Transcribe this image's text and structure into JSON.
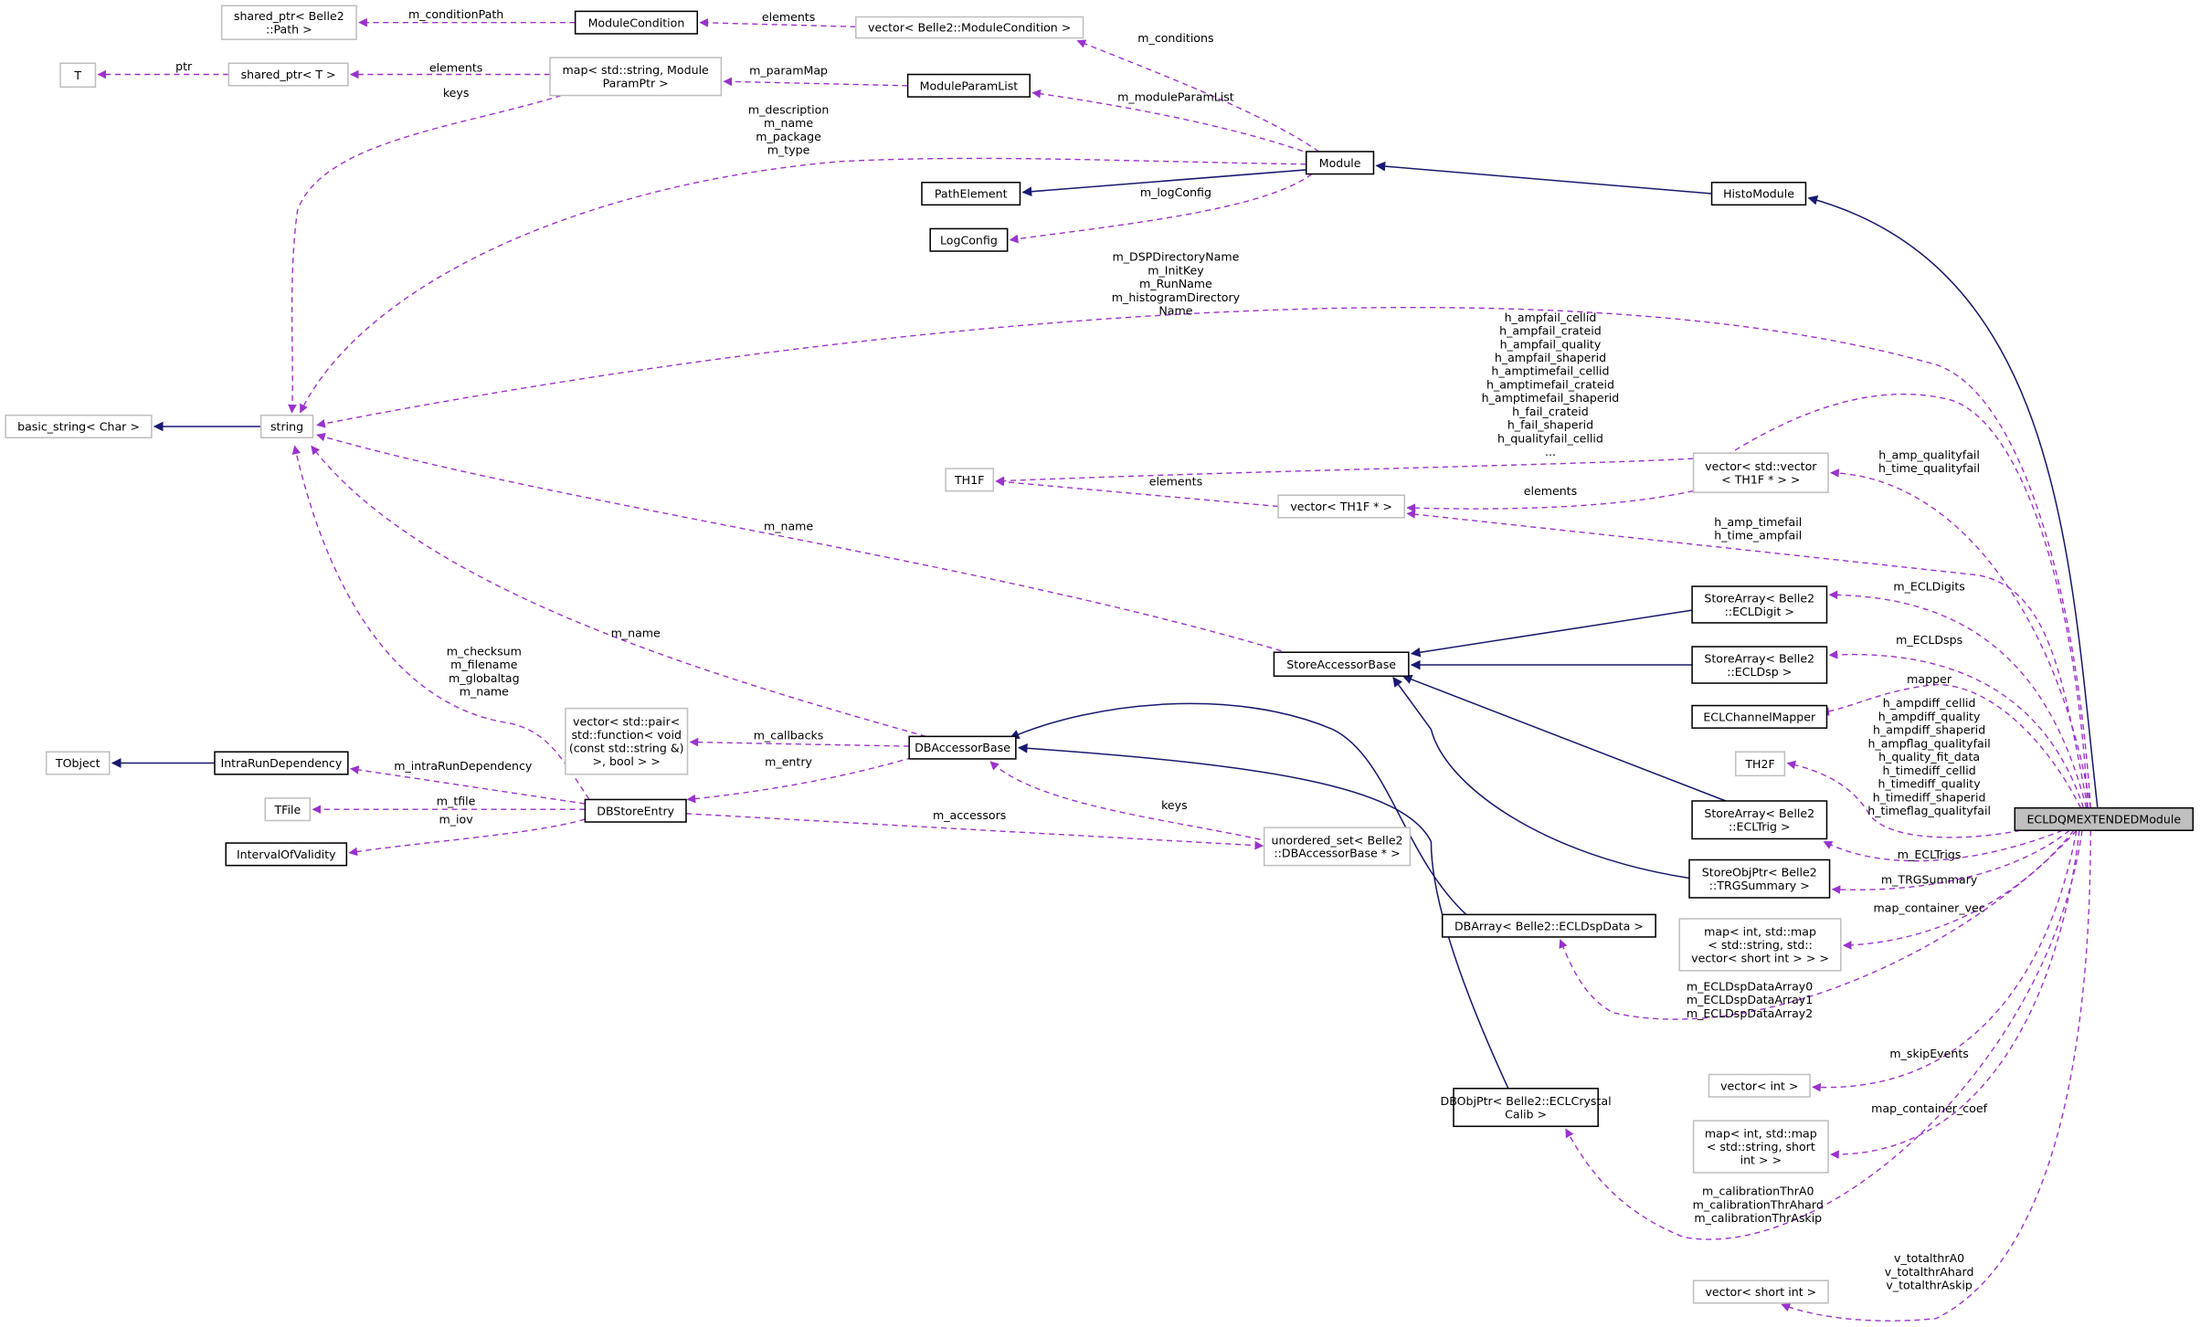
{
  "diagram": {
    "title": "ECLDQMEXTENDEDModule collaboration diagram",
    "colors": {
      "dependency": "#9a32cd",
      "inheritance": "#191970",
      "focus_fill": "#bfbfbf"
    },
    "nodes": {
      "shared_ptr_path": [
        "shared_ptr< Belle2",
        "::Path >"
      ],
      "module_condition": [
        "ModuleCondition"
      ],
      "vector_module_condition": [
        "vector< Belle2::ModuleCondition >"
      ],
      "t": [
        "T"
      ],
      "shared_ptr_t": [
        "shared_ptr< T >"
      ],
      "map_param": [
        "map< std::string, Module",
        "ParamPtr >"
      ],
      "module_param_list": [
        "ModuleParamList"
      ],
      "module": [
        "Module"
      ],
      "path_element": [
        "PathElement"
      ],
      "log_config": [
        "LogConfig"
      ],
      "histo_module": [
        "HistoModule"
      ],
      "basic_string": [
        "basic_string< Char >"
      ],
      "string": [
        "string"
      ],
      "th1f": [
        "TH1F"
      ],
      "vector_th1f": [
        "vector< TH1F * >"
      ],
      "vector_vector_th1f": [
        "vector< std::vector",
        "< TH1F * > >"
      ],
      "store_array_digit": [
        "StoreArray< Belle2",
        "::ECLDigit >"
      ],
      "store_accessor_base": [
        "StoreAccessorBase"
      ],
      "store_array_dsp": [
        "StoreArray< Belle2",
        "::ECLDsp >"
      ],
      "ecl_channel_mapper": [
        "ECLChannelMapper"
      ],
      "th2f": [
        "TH2F"
      ],
      "store_array_trig": [
        "StoreArray< Belle2",
        "::ECLTrig >"
      ],
      "ecldqm": [
        "ECLDQMEXTENDEDModule"
      ],
      "store_obj_trg": [
        "StoreObjPtr< Belle2",
        "::TRGSummary >"
      ],
      "db_array": [
        "DBArray< Belle2::ECLDspData >"
      ],
      "map_vec": [
        "map< int, std::map",
        "< std::string, std::",
        "vector< short int > > >"
      ],
      "vector_pair": [
        "vector< std::pair<",
        "std::function< void",
        "(const std::string &)",
        ">, bool > >"
      ],
      "db_accessor_base": [
        "DBAccessorBase"
      ],
      "tobject": [
        "TObject"
      ],
      "intra_run": [
        "IntraRunDependency"
      ],
      "tfile": [
        "TFile"
      ],
      "db_store_entry": [
        "DBStoreEntry"
      ],
      "iov": [
        "IntervalOfValidity"
      ],
      "unordered_set": [
        "unordered_set< Belle2",
        "::DBAccessorBase * >"
      ],
      "vector_int": [
        "vector< int >"
      ],
      "db_obj_ptr": [
        "DBObjPtr< Belle2::ECLCrystal",
        "Calib >"
      ],
      "map_coef": [
        "map< int, std::map",
        "< std::string, short",
        "int > >"
      ],
      "vector_short": [
        "vector< short int >"
      ]
    },
    "edge_labels": {
      "condition_path": [
        "m_conditionPath"
      ],
      "cond_elements": [
        "elements"
      ],
      "conditions": [
        "m_conditions"
      ],
      "ptr": [
        "ptr"
      ],
      "map_elements": [
        "elements"
      ],
      "param_map": [
        "m_paramMap"
      ],
      "module_param_list": [
        "m_moduleParamList"
      ],
      "keys_string": [
        "keys"
      ],
      "module_strings": [
        "m_description",
        "m_name",
        "m_package",
        "m_type"
      ],
      "log_config": [
        "m_logConfig"
      ],
      "dqm_strings": [
        "m_DSPDirectoryName",
        "m_InitKey",
        "m_RunName",
        "m_histogramDirectory",
        "Name"
      ],
      "dqm_th1f": [
        "h_ampfail_cellid",
        "h_ampfail_crateid",
        "h_ampfail_quality",
        "h_ampfail_shaperid",
        "h_amptimefail_cellid",
        "h_amptimefail_crateid",
        "h_amptimefail_shaperid",
        "h_fail_crateid",
        "h_fail_shaperid",
        "h_qualityfail_cellid",
        "..."
      ],
      "th1f_elements": [
        "elements"
      ],
      "vv_elements": [
        "elements"
      ],
      "qualityfail": [
        "h_amp_qualityfail",
        "h_time_qualityfail"
      ],
      "timefail": [
        "h_amp_timefail",
        "h_time_ampfail"
      ],
      "ecl_digits": [
        "m_ECLDigits"
      ],
      "ecl_dsps": [
        "m_ECLDsps"
      ],
      "mapper": [
        "mapper"
      ],
      "th2f": [
        "h_ampdiff_cellid",
        "h_ampdiff_quality",
        "h_ampdiff_shaperid",
        "h_ampflag_qualityfail",
        "h_quality_fit_data",
        "h_timediff_cellid",
        "h_timediff_quality",
        "h_timediff_shaperid",
        "h_timeflag_qualityfail"
      ],
      "ecl_trigs": [
        "m_ECLTrigs"
      ],
      "trg_summary": [
        "m_TRGSummary"
      ],
      "sab_name": [
        "m_name"
      ],
      "dab_name": [
        "m_name"
      ],
      "dse_strings": [
        "m_checksum",
        "m_filename",
        "m_globaltag",
        "m_name"
      ],
      "callbacks": [
        "m_callbacks"
      ],
      "entry": [
        "m_entry"
      ],
      "intra_run": [
        "m_intraRunDependency"
      ],
      "tfile": [
        "m_tfile"
      ],
      "iov": [
        "m_iov"
      ],
      "accessors": [
        "m_accessors"
      ],
      "keys_dab": [
        "keys"
      ],
      "dsp_data": [
        "m_ECLDspDataArray0",
        "m_ECLDspDataArray1",
        "m_ECLDspDataArray2"
      ],
      "map_vec": [
        "map_container_vec"
      ],
      "skip_events": [
        "m_skipEvents"
      ],
      "map_coef": [
        "map_container_coef"
      ],
      "calib": [
        "m_calibrationThrA0",
        "m_calibrationThrAhard",
        "m_calibrationThrAskip"
      ],
      "totalthr": [
        "v_totalthrA0",
        "v_totalthrAhard",
        "v_totalthrAskip"
      ]
    }
  }
}
